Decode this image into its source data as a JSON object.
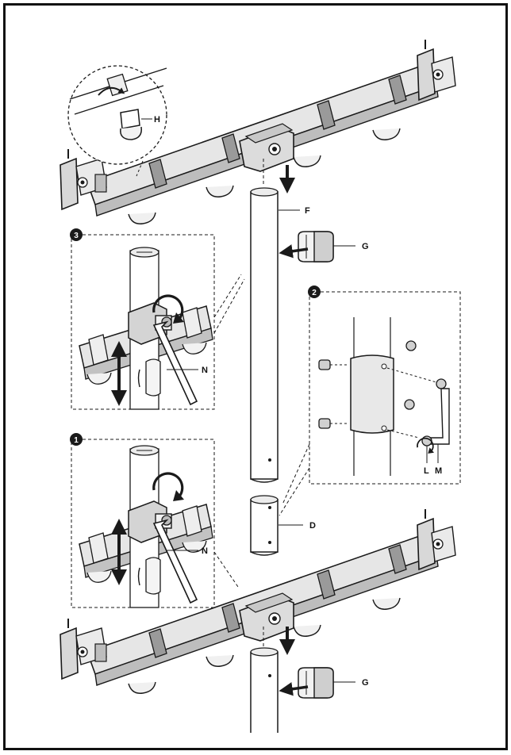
{
  "colors": {
    "stroke": "#1a1a1a",
    "metal_light": "#e6e6e6",
    "metal_mid": "#c4c4c4",
    "metal_dark": "#7a7a7a",
    "background": "#ffffff"
  },
  "labels": {
    "h": "H",
    "f": "F",
    "g_top": "G",
    "n_step3": "N",
    "n_step1": "N",
    "d": "D",
    "g_bottom": "G",
    "l": "L",
    "m": "M"
  },
  "steps": {
    "step3": "3",
    "step2": "2",
    "step1": "1"
  },
  "icons": {
    "rotate": "rotate-arrow-icon",
    "down_arrow": "down-arrow-icon",
    "left_arrow": "left-arrow-icon",
    "double_arrow": "up-down-arrow-icon",
    "hex_key": "hex-key-icon"
  }
}
